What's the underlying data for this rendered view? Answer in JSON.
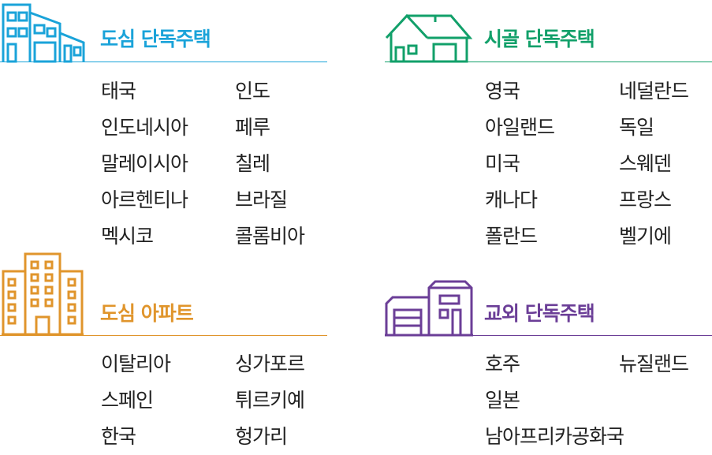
{
  "colors": {
    "urban_house": "#1aa3d9",
    "rural_house": "#12a06a",
    "urban_apartment": "#e0952c",
    "suburban_house": "#6b3e97",
    "text": "#222222"
  },
  "sections": {
    "urban_house": {
      "title": "도심 단독주택",
      "icon": "city-buildings-icon",
      "countries": [
        "태국",
        "인도",
        "인도네시아",
        "페루",
        "말레이시아",
        "칠레",
        "아르헨티나",
        "브라질",
        "멕시코",
        "콜롬비아"
      ]
    },
    "rural_house": {
      "title": "시골 단독주택",
      "icon": "country-house-icon",
      "countries": [
        "영국",
        "네덜란드",
        "아일랜드",
        "독일",
        "미국",
        "스웨덴",
        "캐나다",
        "프랑스",
        "폴란드",
        "벨기에"
      ]
    },
    "urban_apartment": {
      "title": "도심 아파트",
      "icon": "apartment-building-icon",
      "countries": [
        "이탈리아",
        "싱가포르",
        "스페인",
        "튀르키예",
        "한국",
        "헝가리"
      ]
    },
    "suburban_house": {
      "title": "교외 단독주택",
      "icon": "suburban-house-garage-icon",
      "countries": [
        "호주",
        "뉴질랜드",
        "일본",
        "",
        "남아프리카공화국",
        ""
      ]
    }
  }
}
